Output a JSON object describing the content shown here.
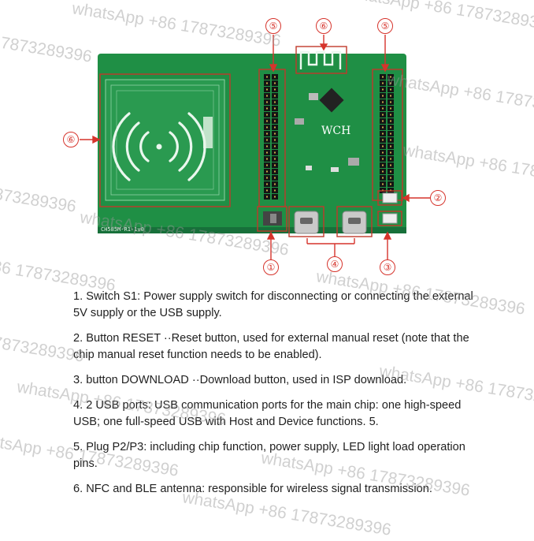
{
  "watermark": "whatsApp +86 17873289396",
  "board": {
    "wch_logo": "WCH",
    "board_label": "CH585M-R1-1v0",
    "colors": {
      "pcb": "#1f8f45",
      "pcb_dark": "#17703a",
      "frame": "#c0392b",
      "silk": "#e8f5e8"
    }
  },
  "callouts": [
    "①",
    "②",
    "③",
    "④",
    "⑤",
    "⑤",
    "⑥",
    "⑥"
  ],
  "descriptions": [
    "1. Switch S1: Power supply switch for disconnecting or connecting the external 5V supply or the USB supply.",
    "2. Button RESET ··Reset button, used for external manual reset (note that the chip manual reset function needs to be enabled).",
    "3. button DOWNLOAD ··Download button, used in ISP download.",
    "4. 2 USB ports: USB communication ports for the main chip: one high-speed USB; one full-speed USB with Host and Device functions. 5.",
    "5. Plug P2/P3: including chip function, power supply, LED light load operation pins.",
    "6. NFC and BLE antenna: responsible for wireless signal transmission."
  ]
}
